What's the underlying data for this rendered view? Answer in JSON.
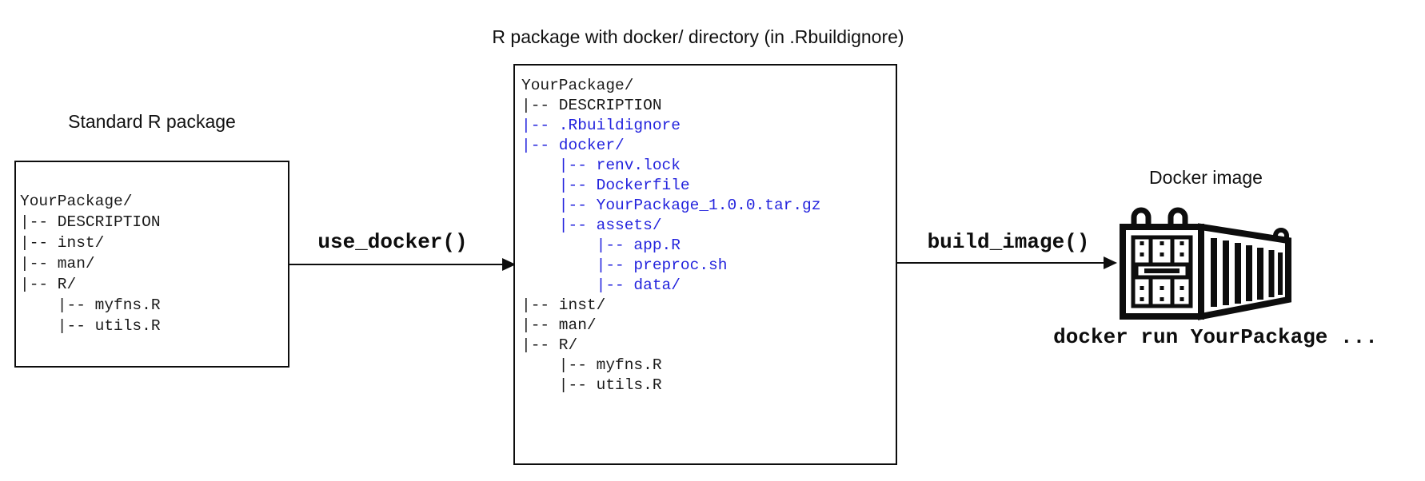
{
  "diagram": {
    "left_panel": {
      "title": "Standard R package",
      "tree": [
        {
          "text": "YourPackage/",
          "color": "black"
        },
        {
          "text": "|-- DESCRIPTION",
          "color": "black"
        },
        {
          "text": "|-- inst/",
          "color": "black"
        },
        {
          "text": "|-- man/",
          "color": "black"
        },
        {
          "text": "|-- R/",
          "color": "black"
        },
        {
          "text": "    |-- myfns.R",
          "color": "black"
        },
        {
          "text": "    |-- utils.R",
          "color": "black"
        }
      ]
    },
    "middle_panel": {
      "title": "R package with docker/ directory (in .Rbuildignore)",
      "tree": [
        {
          "text": "YourPackage/",
          "color": "black"
        },
        {
          "text": "|-- DESCRIPTION",
          "color": "black"
        },
        {
          "text": "|-- .Rbuildignore",
          "color": "blue"
        },
        {
          "text": "|-- docker/",
          "color": "blue"
        },
        {
          "text": "    |-- renv.lock",
          "color": "blue"
        },
        {
          "text": "    |-- Dockerfile",
          "color": "blue"
        },
        {
          "text": "    |-- YourPackage_1.0.0.tar.gz",
          "color": "blue"
        },
        {
          "text": "    |-- assets/",
          "color": "blue"
        },
        {
          "text": "        |-- app.R",
          "color": "blue"
        },
        {
          "text": "        |-- preproc.sh",
          "color": "blue"
        },
        {
          "text": "        |-- data/",
          "color": "blue"
        },
        {
          "text": "|-- inst/",
          "color": "black"
        },
        {
          "text": "|-- man/",
          "color": "black"
        },
        {
          "text": "|-- R/",
          "color": "black"
        },
        {
          "text": "    |-- myfns.R",
          "color": "black"
        },
        {
          "text": "    |-- utils.R",
          "color": "black"
        }
      ]
    },
    "right_panel": {
      "title": "Docker image",
      "icon": "docker-container-icon",
      "caption": "docker run YourPackage ..."
    },
    "arrows": [
      {
        "label": "use_docker()"
      },
      {
        "label": "build_image()"
      }
    ],
    "colors": {
      "highlight_blue": "#2323dd",
      "line_black": "#0d0d0d",
      "background": "#ffffff"
    }
  }
}
